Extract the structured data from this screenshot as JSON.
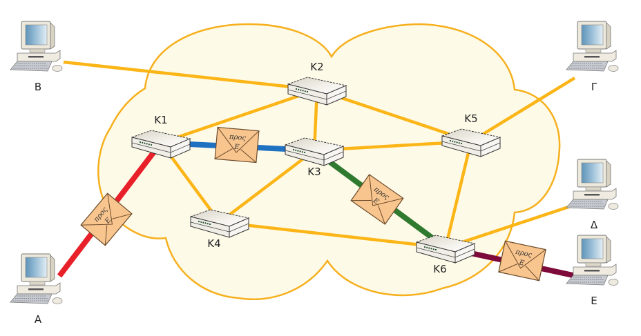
{
  "colors": {
    "cloud_fill": "#fefae8",
    "cloud_stroke": "#f6b01e",
    "link_default": "#fbb517",
    "route_seg_A_K1": "#e8202a",
    "route_seg_K1_K3": "#1f72c2",
    "route_seg_K3_K6": "#2f7a2f",
    "route_seg_K6_E": "#7d0a3a",
    "envelope_fill": "#f9c58e",
    "envelope_stroke": "#6a4a2a"
  },
  "routers": [
    {
      "id": "K1",
      "label": "K1"
    },
    {
      "id": "K2",
      "label": "K2"
    },
    {
      "id": "K3",
      "label": "K3"
    },
    {
      "id": "K4",
      "label": "K4"
    },
    {
      "id": "K5",
      "label": "K5"
    },
    {
      "id": "K6",
      "label": "K6"
    }
  ],
  "computers": [
    {
      "id": "A",
      "label": "A"
    },
    {
      "id": "B",
      "label": "B"
    },
    {
      "id": "G",
      "label": "Γ"
    },
    {
      "id": "D",
      "label": "Δ"
    },
    {
      "id": "E",
      "label": "E"
    }
  ],
  "links": [
    {
      "from": "B",
      "to": "K2",
      "kind": "default"
    },
    {
      "from": "K1",
      "to": "K2",
      "kind": "default"
    },
    {
      "from": "K2",
      "to": "K3",
      "kind": "default"
    },
    {
      "from": "K2",
      "to": "K5",
      "kind": "default"
    },
    {
      "from": "K3",
      "to": "K5",
      "kind": "default"
    },
    {
      "from": "K1",
      "to": "K4",
      "kind": "default"
    },
    {
      "from": "K3",
      "to": "K4",
      "kind": "default"
    },
    {
      "from": "K4",
      "to": "K6",
      "kind": "default"
    },
    {
      "from": "K5",
      "to": "K6",
      "kind": "default"
    },
    {
      "from": "K5",
      "to": "G",
      "kind": "default"
    },
    {
      "from": "K6",
      "to": "D",
      "kind": "default"
    },
    {
      "from": "A",
      "to": "K1",
      "kind": "route_seg_A_K1"
    },
    {
      "from": "K1",
      "to": "K3",
      "kind": "route_seg_K1_K3"
    },
    {
      "from": "K3",
      "to": "K6",
      "kind": "route_seg_K3_K6"
    },
    {
      "from": "K6",
      "to": "E",
      "kind": "route_seg_K6_E"
    }
  ],
  "envelopes": [
    {
      "segment": "A-K1",
      "line1": "προς",
      "line2": "E"
    },
    {
      "segment": "K1-K3",
      "line1": "προς",
      "line2": "E"
    },
    {
      "segment": "K3-K6",
      "line1": "προς",
      "line2": "E"
    },
    {
      "segment": "K6-E",
      "line1": "προς",
      "line2": "E"
    }
  ]
}
